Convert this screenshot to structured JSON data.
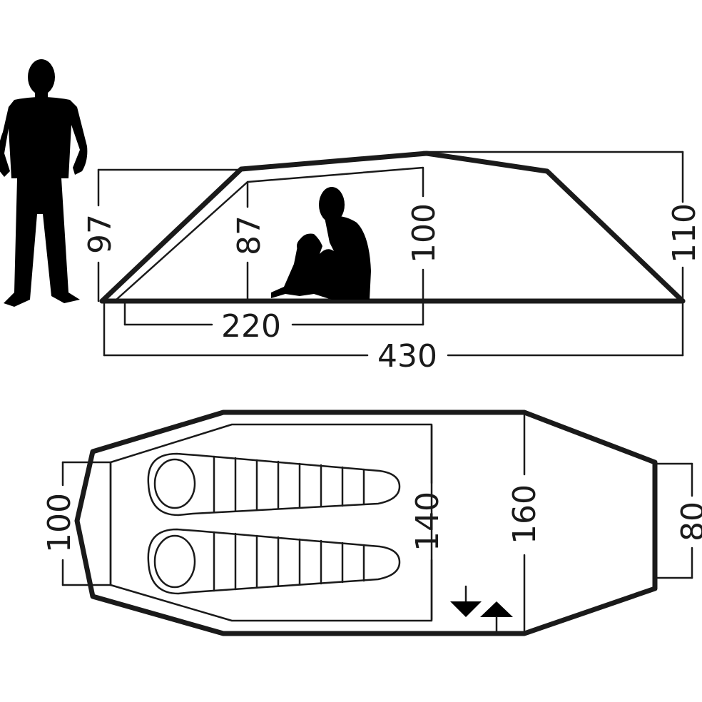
{
  "colors": {
    "line": "#1a1a1a",
    "background": "#ffffff",
    "silhouette": "#000000"
  },
  "side_view": {
    "inner_height_left": "97",
    "inner_height_mid": "87",
    "inner_height_peak": "100",
    "outer_height": "110",
    "inner_length": "220",
    "outer_length": "430"
  },
  "top_view": {
    "inner_width_end": "100",
    "inner_width": "140",
    "outer_width": "160",
    "vestibule_end_width": "80"
  },
  "icons": [
    "standing-person-icon",
    "sitting-person-icon",
    "sleeping-bag-icon",
    "entrance-arrows-icon"
  ]
}
